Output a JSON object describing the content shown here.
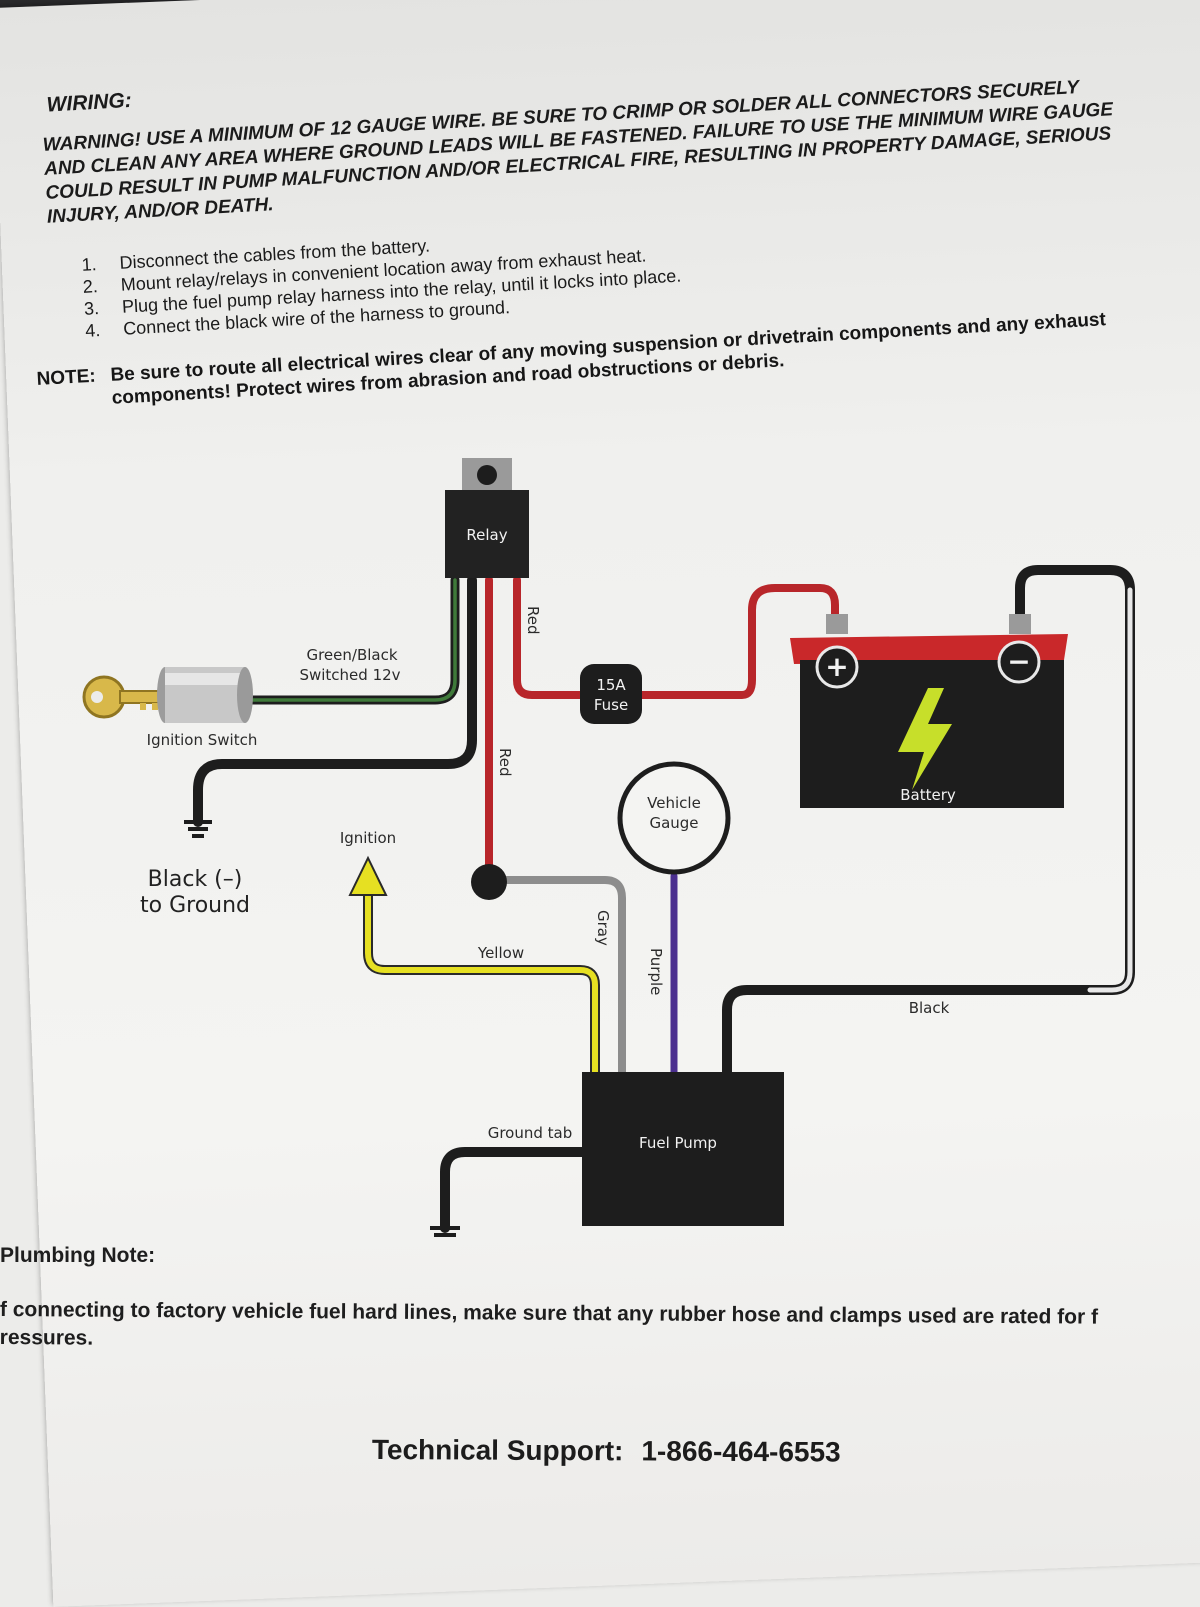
{
  "header": {
    "title": "WIRING:",
    "warning": "WARNING! USE A MINIMUM OF 12 GAUGE WIRE. BE SURE TO CRIMP OR SOLDER ALL CONNECTORS SECURELY AND CLEAN ANY AREA WHERE GROUND LEADS WILL BE FASTENED. FAILURE TO USE THE MINIMUM WIRE GAUGE COULD RESULT IN PUMP MALFUNCTION AND/OR ELECTRICAL FIRE, RESULTING IN PROPERTY DAMAGE, SERIOUS INJURY, AND/OR DEATH."
  },
  "steps": [
    {
      "num": "1.",
      "text": "Disconnect the cables from the battery."
    },
    {
      "num": "2.",
      "text": "Mount relay/relays in convenient location away from exhaust heat."
    },
    {
      "num": "3.",
      "text": "Plug the fuel pump relay harness into the relay, until it locks into place."
    },
    {
      "num": "4.",
      "text": "Connect the black wire of the harness to ground."
    }
  ],
  "note": {
    "label": "NOTE:",
    "text": "Be sure to route all electrical wires clear of any moving suspension or drivetrain components and any exhaust components! Protect wires from abrasion and road obstructions or debris."
  },
  "diagram": {
    "relay": "Relay",
    "red_top": "Red",
    "red_mid": "Red",
    "green_black": "Green/Black",
    "switched": "Switched 12v",
    "fuse_1": "15A",
    "fuse_2": "Fuse",
    "ignition_switch": "Ignition Switch",
    "battery": "Battery",
    "plus": "+",
    "minus": "−",
    "gauge_1": "Vehicle",
    "gauge_2": "Gauge",
    "ignition": "Ignition",
    "ground_1": "Black (–)",
    "ground_2": "to Ground",
    "yellow": "Yellow",
    "gray": "Gray",
    "purple": "Purple",
    "black": "Black",
    "ground_tab": "Ground tab",
    "fuel_pump": "Fuel Pump",
    "colors": {
      "red": "#b8262a",
      "green": "#3f7a3a",
      "yellow": "#e6e022",
      "gray": "#8d8d8d",
      "purple": "#4b2f8f",
      "wire_black": "#1d1d1d",
      "bolt": "#c7df2a"
    }
  },
  "plumbing": {
    "title": "Plumbing Note:",
    "text": "f connecting to factory vehicle fuel hard lines, make sure that any rubber hose and clamps used are rated for f",
    "text2": "ressures."
  },
  "support": {
    "label": "Technical Support:",
    "phone": "1-866-464-6553"
  }
}
